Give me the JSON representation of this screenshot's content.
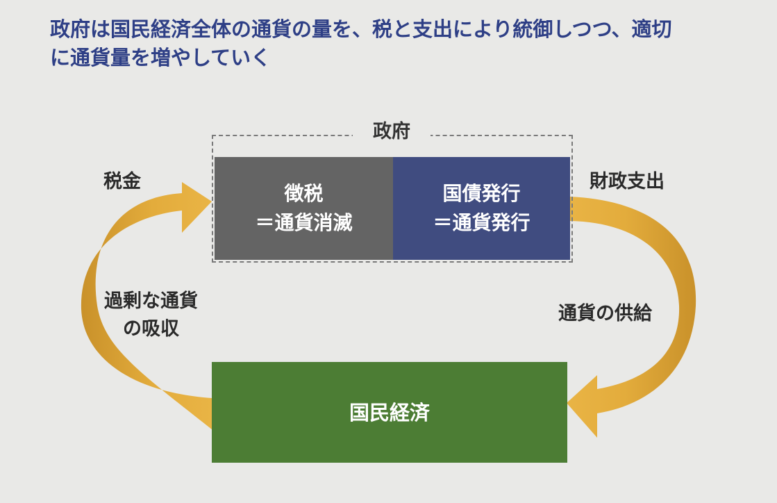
{
  "title": {
    "line1": "政府は国民経済全体の通貨の量を、税と支出により統御しつつ、適切",
    "line2": "に通貨量を増やしていく"
  },
  "government": {
    "label": "政府",
    "tax_box": {
      "line1": "徴税",
      "line2": "＝通貨消滅"
    },
    "bond_box": {
      "line1": "国債発行",
      "line2": "＝通貨発行"
    }
  },
  "economy_box": {
    "label": "国民経済"
  },
  "flows": {
    "tax_label": "税金",
    "absorb_line1": "過剰な通貨",
    "absorb_line2": "の吸収",
    "spending_label": "財政支出",
    "supply_label": "通貨の供給"
  },
  "colors": {
    "background": "#e9e9e7",
    "title_text": "#2e3f86",
    "tax_box": "#646464",
    "bond_box": "#404c80",
    "economy_box": "#4c7d34",
    "arrow": "#e0a938"
  }
}
